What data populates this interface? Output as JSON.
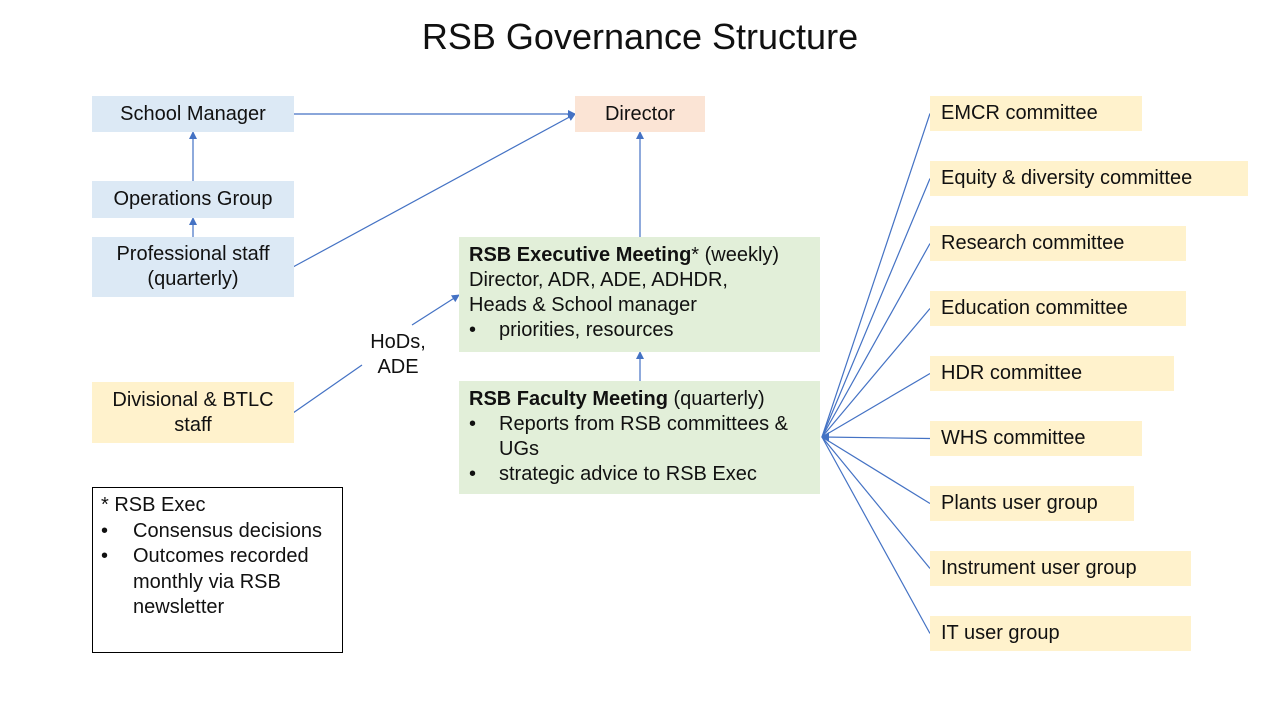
{
  "title": "RSB Governance Structure",
  "nodes": {
    "school_manager": "School Manager",
    "operations_group": "Operations Group",
    "professional_staff": [
      "Professional staff",
      "(quarterly)"
    ],
    "divisional_staff": [
      "Divisional & BTLC",
      "staff"
    ],
    "director": "Director",
    "hods_label": [
      "HoDs,",
      "ADE"
    ]
  },
  "exec_meeting": {
    "title": "RSB Executive Meeting",
    "suffix": "* (weekly)",
    "lines": [
      "Director, ADR, ADE, ADHDR,",
      "Heads & School manager"
    ],
    "bullets": [
      "priorities, resources"
    ]
  },
  "faculty_meeting": {
    "title": "RSB Faculty Meeting",
    "suffix": " (quarterly)",
    "bullets": [
      "Reports from RSB committees & UGs",
      "strategic advice to RSB Exec"
    ]
  },
  "note": {
    "heading": "* RSB Exec",
    "bullets": [
      "Consensus decisions",
      "Outcomes recorded monthly via RSB newsletter"
    ]
  },
  "committees": [
    "EMCR committee",
    "Equity & diversity committee",
    "Research committee",
    "Education committee",
    "HDR committee",
    "WHS committee",
    "Plants user group",
    "Instrument user group",
    "IT user group"
  ],
  "colors": {
    "line": "#4472c4",
    "blue_fill": "#dce9f5",
    "peach_fill": "#fbe4d5",
    "green_fill": "#e2efd9",
    "yellow_fill": "#fff2cc"
  }
}
